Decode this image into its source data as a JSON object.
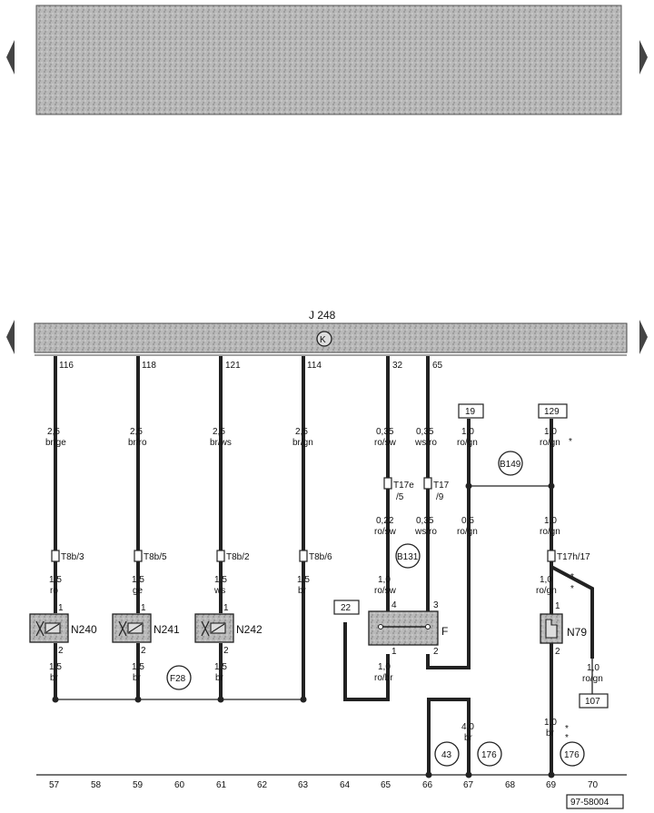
{
  "module_label": "J 248",
  "module_symbol": "K",
  "top_pins": [
    "116",
    "118",
    "121",
    "114",
    "32",
    "65"
  ],
  "wires_top": [
    {
      "g": "2,5",
      "c": "br/ge"
    },
    {
      "g": "2,5",
      "c": "br/ro"
    },
    {
      "g": "2,5",
      "c": "br/ws"
    },
    {
      "g": "2,5",
      "c": "br/gn"
    },
    {
      "g": "0,35",
      "c": "ro/sw"
    },
    {
      "g": "0,35",
      "c": "ws/ro"
    },
    {
      "g": "1,0",
      "c": "ro/gn"
    },
    {
      "g": "1,0",
      "c": "ro/gn"
    }
  ],
  "ref_boxes": [
    "19",
    "129",
    "22",
    "107"
  ],
  "connectors": [
    "T8b/3",
    "T8b/5",
    "T8b/2",
    "T8b/6",
    "T17e",
    "/5",
    "T17",
    "/9",
    "T17h/17"
  ],
  "wires_mid": [
    {
      "g": "0,22",
      "c": "ro/sw"
    },
    {
      "g": "0,35",
      "c": "ws/ro"
    },
    {
      "g": "0,5",
      "c": "ro/gn"
    },
    {
      "g": "1,0",
      "c": "ro/gn"
    }
  ],
  "wires_low": [
    {
      "g": "1,5",
      "c": "ro"
    },
    {
      "g": "1,5",
      "c": "ge"
    },
    {
      "g": "1,5",
      "c": "ws"
    },
    {
      "g": "1,5",
      "c": "br"
    },
    {
      "g": "1,0",
      "c": "ro/sw"
    },
    {
      "g": "1,0",
      "c": "ro/gn"
    }
  ],
  "wires_bottom": [
    {
      "g": "1,5",
      "c": "br"
    },
    {
      "g": "1,5",
      "c": "br"
    },
    {
      "g": "1,5",
      "c": "br"
    },
    {
      "g": "1,0",
      "c": "ro/br"
    },
    {
      "g": "4,0",
      "c": "br"
    },
    {
      "g": "1,0",
      "c": "br"
    },
    {
      "g": "1,0",
      "c": "ro/gn"
    }
  ],
  "components": [
    "N240",
    "N241",
    "N242",
    "F",
    "N79"
  ],
  "circles": [
    "B149",
    "B131",
    "F28",
    "43",
    "176",
    "176"
  ],
  "pin_numbers": [
    "1",
    "2",
    "4",
    "3"
  ],
  "star": "*",
  "grid_numbers": [
    "57",
    "58",
    "59",
    "60",
    "61",
    "62",
    "63",
    "64",
    "65",
    "66",
    "67",
    "68",
    "69",
    "70"
  ],
  "figure_code": "97-58004"
}
